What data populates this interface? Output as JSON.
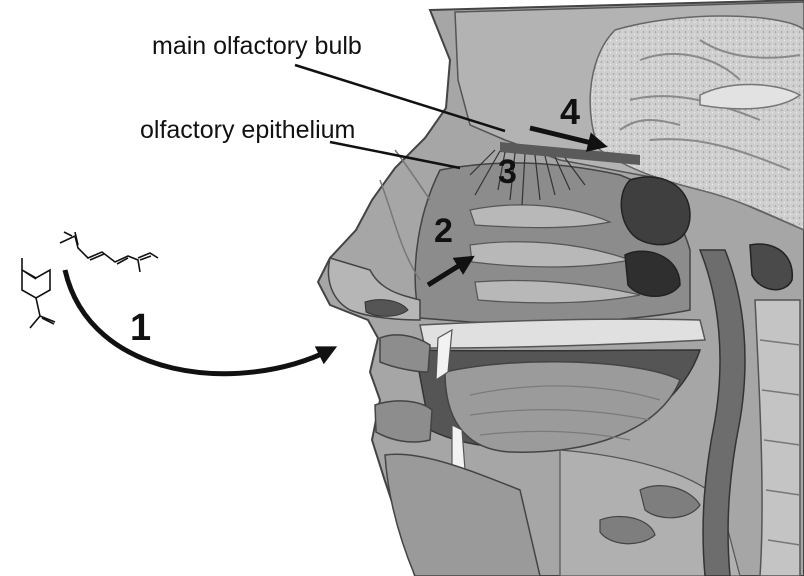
{
  "labels": {
    "main_olfactory_bulb": "main olfactory bulb",
    "olfactory_epithelium": "olfactory epithelium"
  },
  "steps": [
    "1",
    "2",
    "3",
    "4"
  ],
  "colors": {
    "background": "#ffffff",
    "ink": "#111111",
    "skin": "#a4a4a4",
    "tissue_dark": "#6a6a6a",
    "tissue_light": "#d2d2d2",
    "brain": "#bdbdbd"
  },
  "icons": [
    "limonene-molecule-icon",
    "myrcene-molecule-icon",
    "head-sagittal-section-illustration"
  ]
}
